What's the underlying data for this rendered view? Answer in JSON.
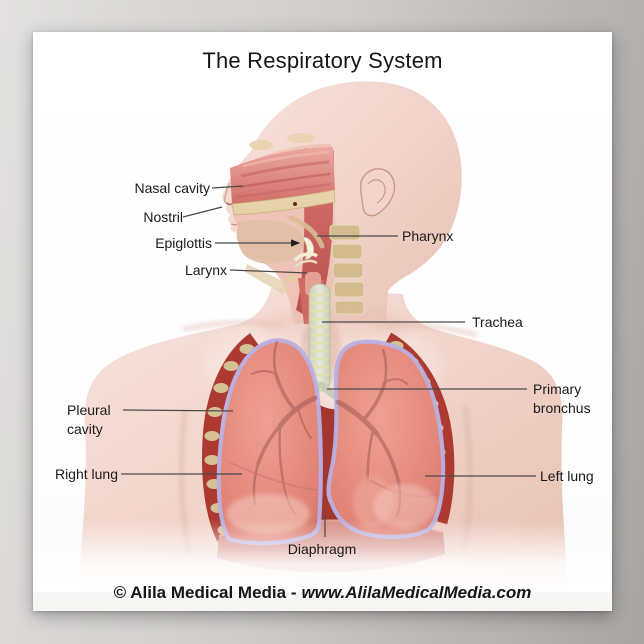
{
  "poster": {
    "title": "The Respiratory System",
    "credit_copyright": "© Alila Medical Media -",
    "credit_url": "www.AlilaMedicalMedia.com"
  },
  "labels": {
    "nasal_cavity": "Nasal cavity",
    "nostril": "Nostril",
    "epiglottis": "Epiglottis",
    "larynx": "Larynx",
    "pharynx": "Pharynx",
    "trachea": "Trachea",
    "primary_bronchus": "Primary bronchus",
    "left_lung": "Left lung",
    "pleural_cavity": "Pleural cavity",
    "right_lung": "Right lung",
    "diaphragm": "Diaphragm"
  },
  "colors": {
    "skin": "#f0d4cb",
    "lung": "#e8968a",
    "pleura": "#b6ade0",
    "rib_band": "#ae3a33",
    "bone_tan": "#d9c391",
    "trachea": "#d7dcca",
    "leader_line": "#4a4a4a",
    "text": "#1a1a1a"
  }
}
